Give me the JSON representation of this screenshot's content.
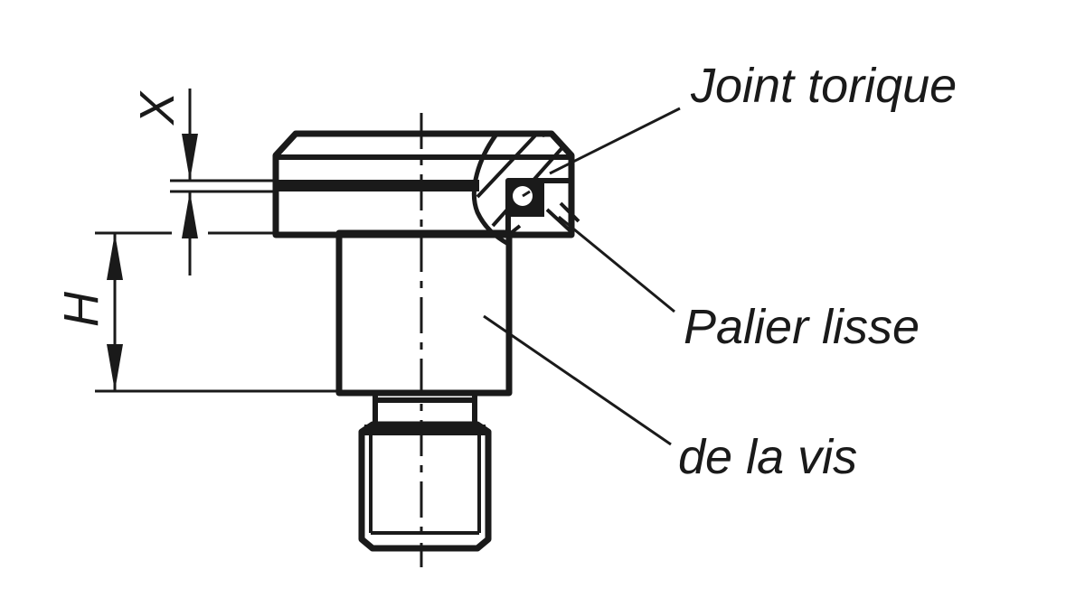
{
  "labels": {
    "o_ring": "Joint torique",
    "bearing": "Palier lisse",
    "screw": "de la vis"
  },
  "dimensions": {
    "x": "X",
    "h": "H"
  },
  "colors": {
    "ink": "#1a1a1a",
    "background": "#ffffff"
  }
}
